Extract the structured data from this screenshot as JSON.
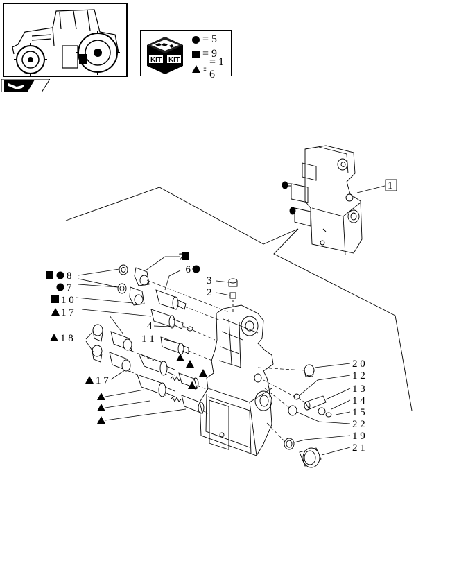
{
  "kit": {
    "label_left": "KIT",
    "label_right": "KIT",
    "rows": [
      {
        "symbol": "circle",
        "text": "= 5"
      },
      {
        "symbol": "square",
        "text": "= 9"
      },
      {
        "symbol": "triangle",
        "text": "= 1 6"
      }
    ]
  },
  "assembly_ref": "1",
  "callouts": [
    {
      "id": "c2",
      "text": "2"
    },
    {
      "id": "c3",
      "text": "3"
    },
    {
      "id": "c4",
      "text": "4"
    },
    {
      "id": "c6",
      "text": "6"
    },
    {
      "id": "c7a",
      "text": "7"
    },
    {
      "id": "c7b",
      "text": "7"
    },
    {
      "id": "c8",
      "text": "8"
    },
    {
      "id": "c10",
      "text": "1 0"
    },
    {
      "id": "c11",
      "text": "1 1"
    },
    {
      "id": "c12",
      "text": "1 2"
    },
    {
      "id": "c13",
      "text": "1 3"
    },
    {
      "id": "c14",
      "text": "1 4"
    },
    {
      "id": "c15",
      "text": "1 5"
    },
    {
      "id": "c17a",
      "text": "1 7"
    },
    {
      "id": "c17b",
      "text": "1 7"
    },
    {
      "id": "c18",
      "text": "1 8"
    },
    {
      "id": "c19",
      "text": "1 9"
    },
    {
      "id": "c20",
      "text": "2 0"
    },
    {
      "id": "c21",
      "text": "2 1"
    },
    {
      "id": "c22",
      "text": "2 2"
    }
  ],
  "icons": {
    "thumbnail": "tractor-thumbnail-icon",
    "nav": "next-page-arrow-icon",
    "kit": "kit-box-icon"
  }
}
